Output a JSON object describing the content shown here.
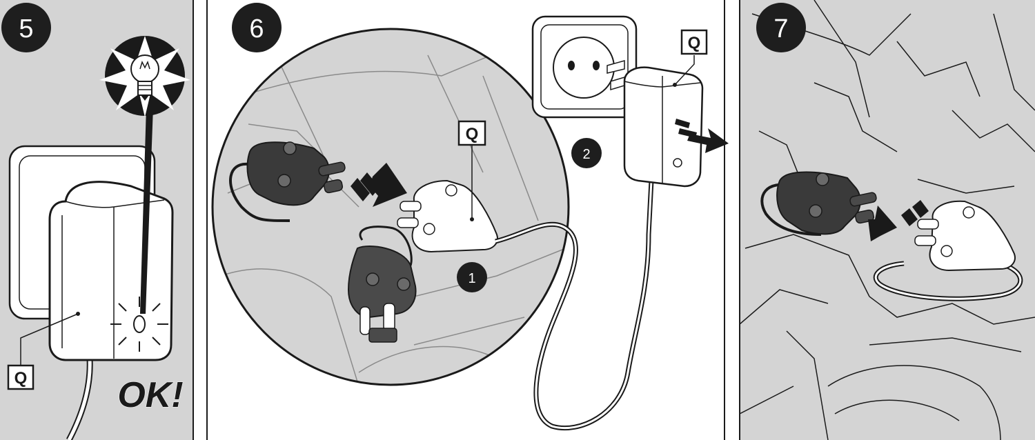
{
  "panels": [
    {
      "step": "5",
      "labels": {
        "q": "Q",
        "status": "OK!"
      }
    },
    {
      "step": "6",
      "labels": {
        "q_connector": "Q",
        "q_adapter": "Q",
        "step_a": "1",
        "step_b": "2"
      }
    },
    {
      "step": "7"
    }
  ],
  "colors": {
    "panel_gray": "#d4d4d4",
    "dark_part": "#3a3a3a",
    "outline": "#1a1a1a",
    "badge": "#1e1e1e",
    "white": "#ffffff"
  }
}
